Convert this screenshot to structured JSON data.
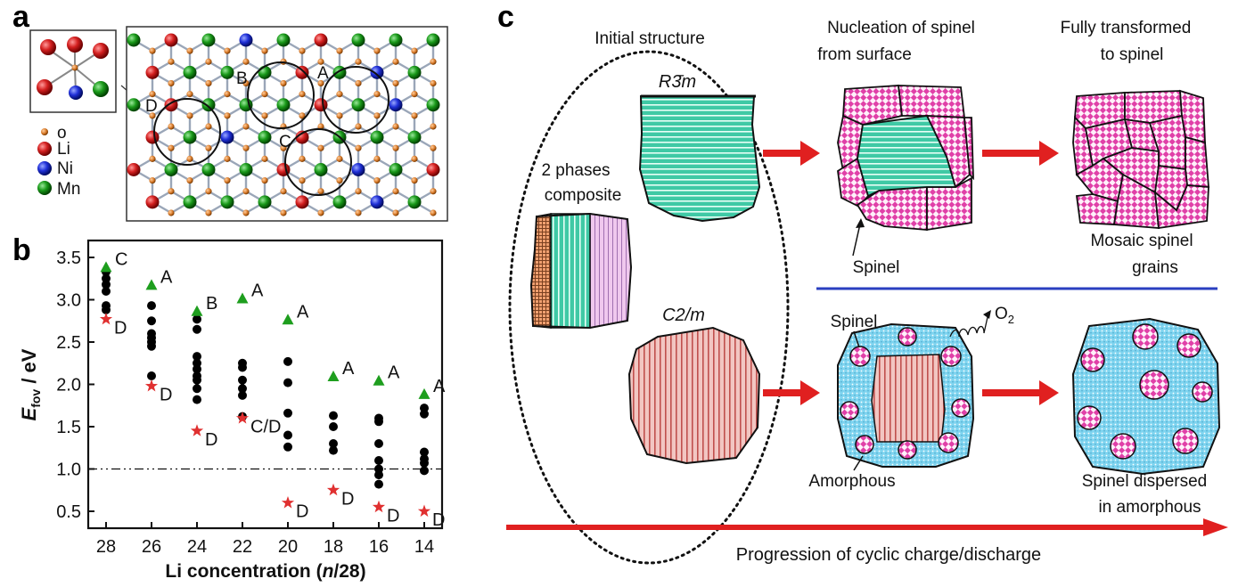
{
  "panel_a": {
    "label": "a",
    "legend": [
      {
        "label": "o",
        "color": "#d97b2b",
        "size": "small"
      },
      {
        "label": "Li",
        "color": "#d42020",
        "size": "large"
      },
      {
        "label": "Ni",
        "color": "#2030d8",
        "size": "large"
      },
      {
        "label": "Mn",
        "color": "#1a9a1a",
        "size": "large"
      }
    ],
    "site_labels": [
      "A",
      "B",
      "C",
      "D"
    ]
  },
  "panel_b": {
    "label": "b",
    "chart_data": {
      "type": "scatter",
      "xlabel": "Li concentration (n/28)",
      "xlabel_parts": [
        "Li concentration (",
        "n",
        "/28)"
      ],
      "ylabel_parts": [
        "E",
        "fov",
        " / eV"
      ],
      "categories": [
        "28",
        "26",
        "24",
        "22",
        "20",
        "18",
        "16",
        "14"
      ],
      "yticks": [
        "3.5",
        "3.0",
        "2.5",
        "2.0",
        "1.5",
        "1.0",
        "0.5"
      ],
      "ylim": [
        0.3,
        3.7
      ],
      "reference_line": 1.0,
      "series": [
        {
          "marker": "triangle",
          "color": "#1e9e1e",
          "values": [
            3.38,
            3.17,
            2.86,
            3.01,
            2.76,
            2.09,
            2.04,
            1.88
          ],
          "labels": [
            "C",
            "A",
            "B",
            "A",
            "A",
            "A",
            "A",
            "A"
          ]
        },
        {
          "marker": "star",
          "color": "#e03030",
          "values": [
            2.77,
            1.98,
            1.45,
            1.6,
            0.6,
            0.75,
            0.55,
            0.5
          ],
          "labels": [
            "D",
            "D",
            "D",
            "C/D",
            "D",
            "D",
            "D",
            "D"
          ]
        },
        {
          "marker": "dot",
          "color": "#000000",
          "points": [
            [
              3.33,
              3.25,
              3.18,
              3.1,
              2.93,
              2.88
            ],
            [
              2.93,
              2.75,
              2.6,
              2.55,
              2.5,
              2.45,
              2.1
            ],
            [
              2.77,
              2.65,
              2.33,
              2.25,
              2.18,
              2.1,
              2.05,
              1.95,
              1.82
            ],
            [
              2.25,
              2.2,
              2.05,
              1.95,
              1.87,
              1.62
            ],
            [
              2.27,
              2.02,
              1.66,
              1.4,
              1.26
            ],
            [
              1.63,
              1.5,
              1.3,
              1.22
            ],
            [
              1.6,
              1.56,
              1.3,
              1.1,
              1.0,
              0.93,
              0.82
            ],
            [
              1.72,
              1.65,
              1.2,
              1.12,
              1.07,
              0.98
            ]
          ]
        }
      ]
    }
  },
  "panel_c": {
    "label": "c",
    "column_titles": [
      [
        "Initial structure"
      ],
      [
        "Nucleation of spinel",
        "from surface"
      ],
      [
        "Fully transformed",
        "to spinel"
      ]
    ],
    "r3m": "R3̄m",
    "c2m": "C2/m",
    "composite": [
      "2 phases",
      "composite"
    ],
    "spinel_top": "Spinel",
    "mosaic": [
      "Mosaic spinel",
      "grains"
    ],
    "spinel_mid": "Spinel",
    "o2": "O",
    "o2_sub": "2",
    "amorphous": "Amorphous",
    "dispersed": [
      "Spinel dispersed",
      "in amorphous"
    ],
    "progression": "Progression of cyclic charge/discharge"
  }
}
